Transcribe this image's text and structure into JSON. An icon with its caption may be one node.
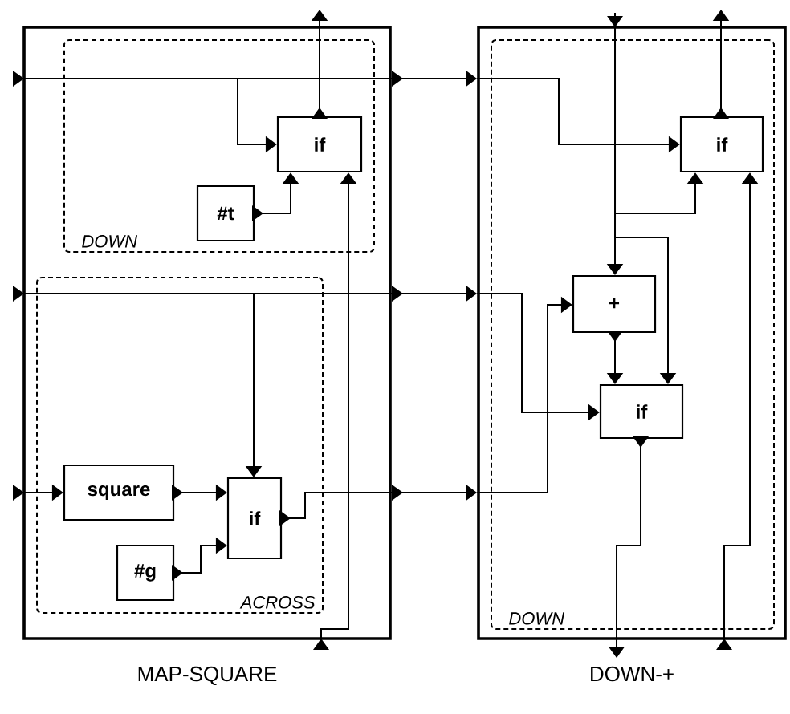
{
  "diagram": {
    "nodes": [
      {
        "text": [
          "MAP-SQUARE"
        ]
      },
      {
        "text": [
          "DOWN"
        ],
        "in": 0
      },
      {
        "text": [
          "if"
        ],
        "in": 1
      },
      {
        "text": [
          "#t"
        ],
        "in": 1
      },
      {
        "text": [
          "ACROSS"
        ],
        "in": 0
      },
      {
        "text": [
          "square"
        ],
        "in": 4
      },
      {
        "text": [
          "if"
        ],
        "in": 4
      },
      {
        "text": [
          "#g"
        ],
        "in": 4
      },
      {
        "text": [
          "DOWN-+"
        ]
      },
      {
        "text": [
          "DOWN"
        ],
        "in": 8
      },
      {
        "text": [
          "if"
        ],
        "in": 9
      },
      {
        "text": [
          "+"
        ],
        "in": 9
      },
      {
        "text": [
          "if"
        ],
        "in": 9
      }
    ],
    "edges": [
      {
        "from": 0,
        "to": 2,
        "arrow": "to"
      },
      {
        "from": 3,
        "to": 2,
        "arrow": "to"
      },
      {
        "from": 0,
        "to": 2,
        "arrow": "to"
      },
      {
        "from": 2,
        "to": null,
        "arrow": "to"
      },
      {
        "from": 0,
        "to": 8,
        "arrow": "to"
      },
      {
        "from": 0,
        "to": 6,
        "arrow": "to"
      },
      {
        "from": 0,
        "to": 8,
        "arrow": "to"
      },
      {
        "from": 0,
        "to": 5,
        "arrow": "to"
      },
      {
        "from": 5,
        "to": 6,
        "arrow": "to"
      },
      {
        "from": 7,
        "to": 6,
        "arrow": "to"
      },
      {
        "from": 6,
        "to": 8,
        "arrow": "to"
      },
      {
        "from": 8,
        "to": 10,
        "arrow": "to"
      },
      {
        "from": null,
        "to": 11,
        "arrow": "to"
      },
      {
        "from": null,
        "to": 10,
        "arrow": "to"
      },
      {
        "from": null,
        "to": 12,
        "arrow": "to"
      },
      {
        "from": 11,
        "to": 12,
        "arrow": "to"
      },
      {
        "from": 8,
        "to": 12,
        "arrow": "to"
      },
      {
        "from": 8,
        "to": 11,
        "arrow": "to"
      },
      {
        "from": 12,
        "to": null,
        "arrow": "to"
      },
      {
        "from": 8,
        "to": 10,
        "arrow": "to"
      },
      {
        "from": 10,
        "to": null,
        "arrow": "to"
      }
    ]
  }
}
